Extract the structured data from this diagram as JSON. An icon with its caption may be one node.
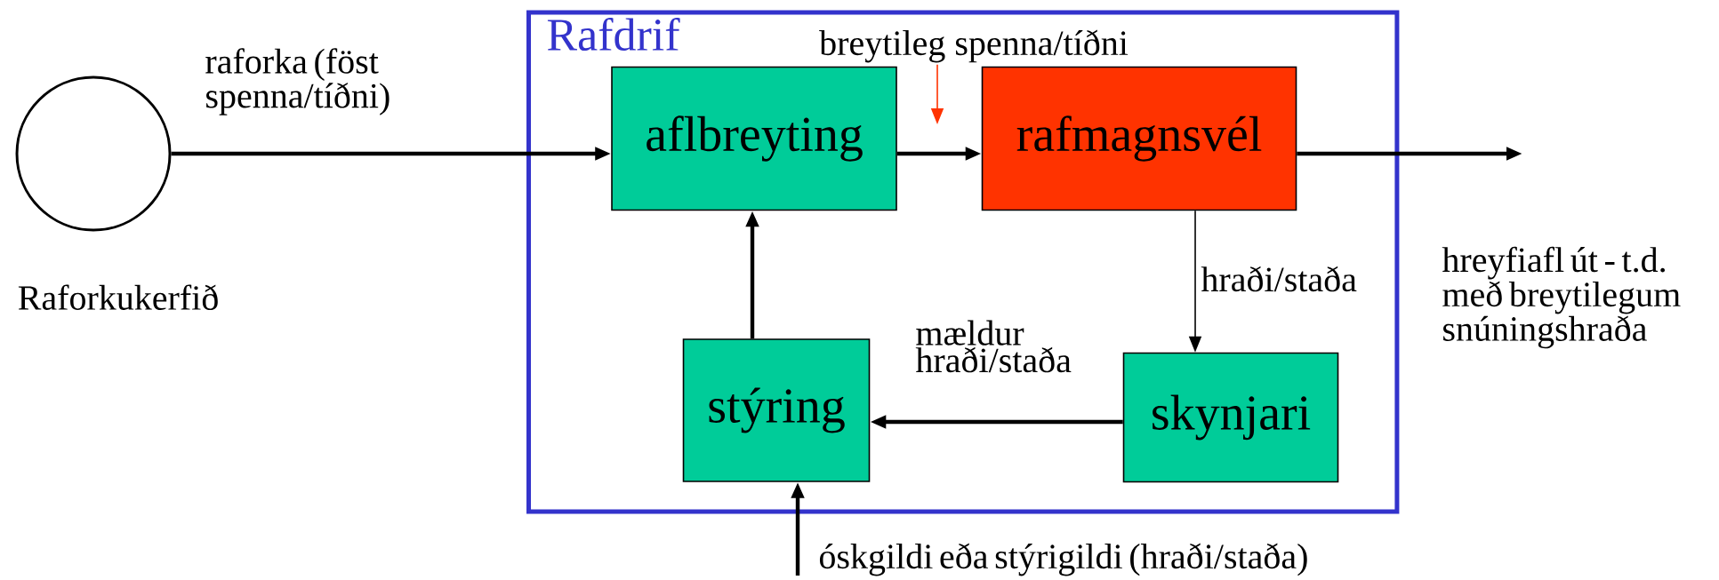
{
  "diagram": {
    "nodes": [
      {
        "text": [],
        "shape": "circle",
        "beside": [
          "Raforkukerfið"
        ]
      },
      {
        "text": [
          "Rafdrif"
        ]
      },
      {
        "text": [
          "aflbreyting"
        ],
        "in": 1
      },
      {
        "text": [
          "rafmagnsvél"
        ],
        "in": 1
      },
      {
        "text": [
          "stýring"
        ],
        "in": 1
      },
      {
        "text": [
          "skynjari"
        ],
        "in": 1
      },
      {
        "text": [
          "breytileg spenna/tíðni"
        ],
        "in": 1
      }
    ],
    "edges": [
      {
        "from": 0,
        "to": 2,
        "arrow": "to",
        "label": "raforka (föst spenna/tíðni)"
      },
      {
        "from": 2,
        "to": 3,
        "arrow": "to"
      },
      {
        "from": 3,
        "to": null,
        "arrow": "to",
        "label": "hreyfiafl út - t.d. með breytilegum snúningshraða"
      },
      {
        "from": 3,
        "to": 5,
        "arrow": "to",
        "label": "hraði/staða"
      },
      {
        "from": 5,
        "to": 4,
        "arrow": "to",
        "label": "mældur hraði/staða"
      },
      {
        "from": 4,
        "to": 2,
        "arrow": "to"
      },
      {
        "from": null,
        "to": 4,
        "arrow": "to",
        "label": "óskgildi eða stýrigildi (hraði/staða)"
      },
      {
        "from": 6,
        "to": null,
        "arrow": "to",
        "color": "#ff3300"
      }
    ]
  }
}
